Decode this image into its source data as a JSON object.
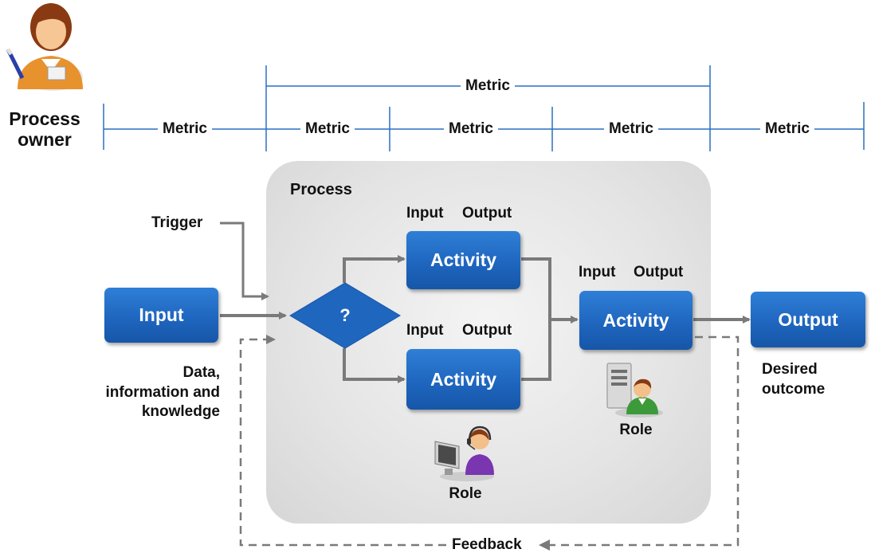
{
  "owner": {
    "label_line1": "Process",
    "label_line2": "owner"
  },
  "metrics": {
    "top": "Metric",
    "row": [
      "Metric",
      "Metric",
      "Metric",
      "Metric",
      "Metric"
    ]
  },
  "process": {
    "title": "Process",
    "trigger": "Trigger",
    "decision": "?",
    "input_box": "Input",
    "input_caption": [
      "Data,",
      "information and",
      "knowledge"
    ],
    "activity_top": {
      "label": "Activity",
      "in": "Input",
      "out": "Output"
    },
    "activity_bottom": {
      "label": "Activity",
      "in": "Input",
      "out": "Output"
    },
    "activity_right": {
      "label": "Activity",
      "in": "Input",
      "out": "Output"
    },
    "output_box": "Output",
    "output_caption": [
      "Desired",
      "outcome"
    ],
    "role_left": "Role",
    "role_right": "Role",
    "feedback": "Feedback"
  },
  "colors": {
    "box_blue": "#1f66bf",
    "arrow_gray": "#7a7a7a",
    "line_blue": "#2a6fc0"
  }
}
